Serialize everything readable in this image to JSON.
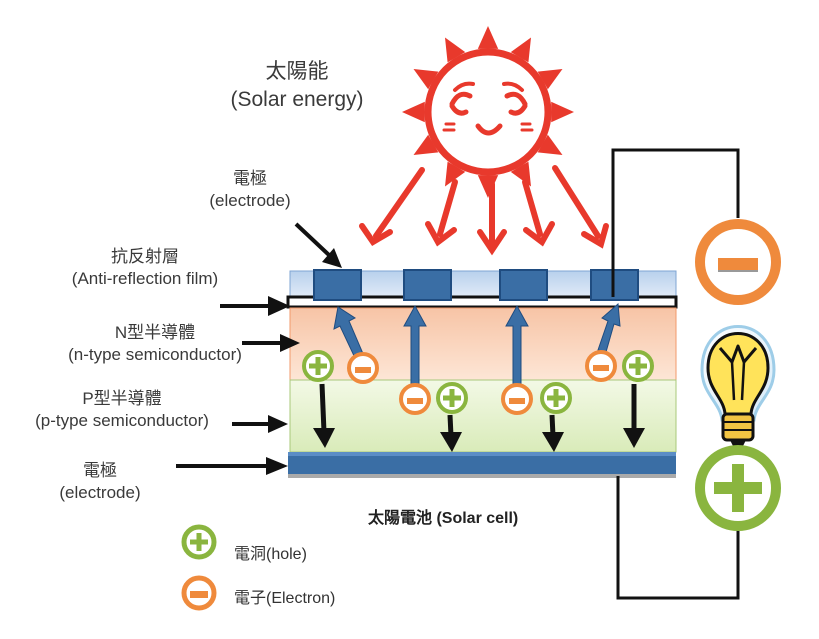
{
  "sun": {
    "label_zh": "太陽能",
    "label_en": "(Solar energy)"
  },
  "labels": {
    "electrode_top_zh": "電極",
    "electrode_top_en": "(electrode)",
    "antireflection_zh": "抗反射層",
    "antireflection_en": "(Anti-reflection film)",
    "ntype_zh": "N型半導體",
    "ntype_en": "(n-type semiconductor)",
    "ptype_zh": "P型半導體",
    "ptype_en": "(p-type semiconductor)",
    "electrode_bottom_zh": "電極",
    "electrode_bottom_en": "(electrode)"
  },
  "cell_title": "太陽電池  (Solar cell)",
  "legend": {
    "hole_label": "電洞(hole)",
    "electron_label": "電子(Electron)"
  },
  "colors": {
    "sun": "#e8392c",
    "hole": "#8ab53f",
    "electron": "#ef8a3c",
    "arrow_blue": "#3a6ea5",
    "electrode": "#3a6ea5",
    "n_layer": "#f9cfb4",
    "p_layer": "#e3f0c9",
    "antireflection": "#c6d9f0"
  }
}
